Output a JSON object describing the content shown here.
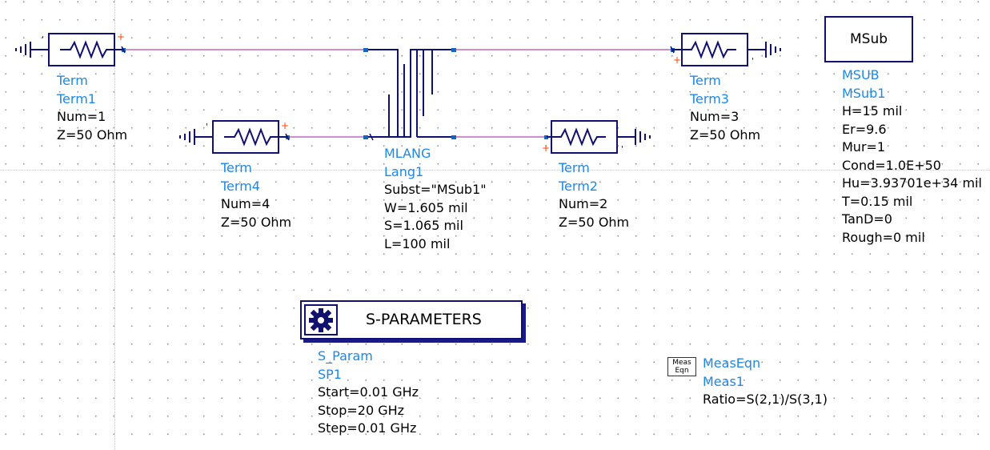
{
  "terms": {
    "term1": {
      "type": "Term",
      "name": "Term1",
      "num": "Num=1",
      "z": "Z=50 Ohm"
    },
    "term2": {
      "type": "Term",
      "name": "Term2",
      "num": "Num=2",
      "z": "Z=50 Ohm"
    },
    "term3": {
      "type": "Term",
      "name": "Term3",
      "num": "Num=3",
      "z": "Z=50 Ohm"
    },
    "term4": {
      "type": "Term",
      "name": "Term4",
      "num": "Num=4",
      "z": "Z=50 Ohm"
    }
  },
  "mlang": {
    "type": "MLANG",
    "name": "Lang1",
    "subst": "Subst=\"MSub1\"",
    "w": "W=1.605 mil",
    "s": "S=1.065 mil",
    "l": "L=100 mil"
  },
  "msub": {
    "box_label": "MSub",
    "type": "MSUB",
    "name": "MSub1",
    "params": [
      "H=15 mil",
      "Er=9.6",
      "Mur=1",
      "Cond=1.0E+50",
      "Hu=3.93701e+34 mil",
      "T=0.15 mil",
      "TanD=0",
      "Rough=0 mil"
    ]
  },
  "sparam": {
    "title": "S-PARAMETERS",
    "type": "S_Param",
    "name": "SP1",
    "start": "Start=0.01 GHz",
    "stop": "Stop=20 GHz",
    "step": "Step=0.01 GHz"
  },
  "meas": {
    "icon_line1": "Meas",
    "icon_line2": "Eqn",
    "type": "MeasEqn",
    "name": "Meas1",
    "ratio": "Ratio=S(2,1)/S(3,1)"
  },
  "colors": {
    "label_blue": "#1e88e5",
    "wire": "#b04aa8",
    "component": "#10106e",
    "pin_plus": "#ff4400"
  },
  "icons": {
    "ground": "ground-icon",
    "resistor": "resistor-icon",
    "sparam": "gear-icon",
    "meas": "meas-eqn-icon"
  }
}
